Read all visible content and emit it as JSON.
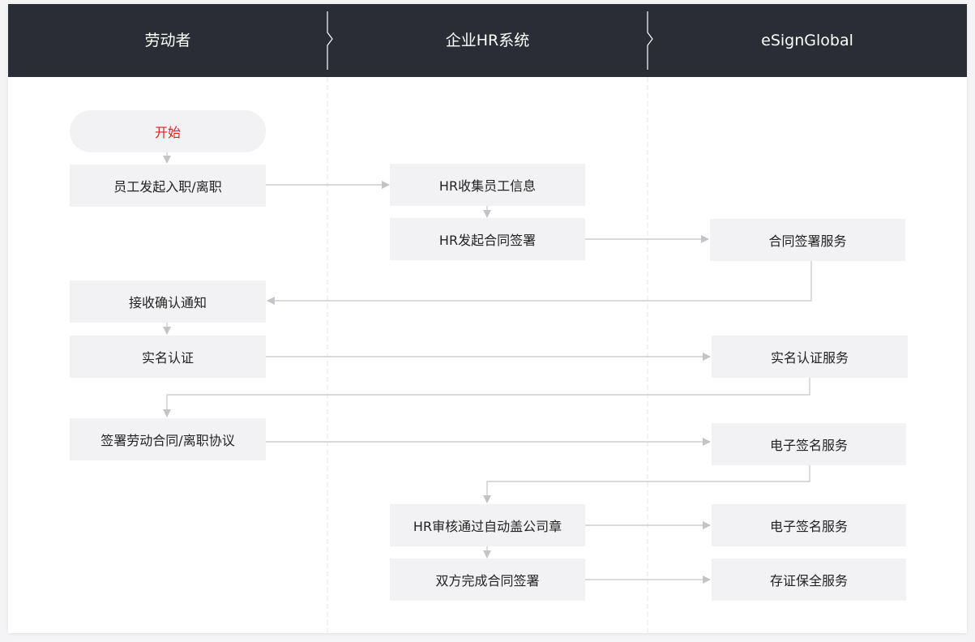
{
  "lanes": {
    "worker": "劳动者",
    "hr": "企业HR系统",
    "esign": "eSignGlobal"
  },
  "nodes": {
    "start": "开始",
    "employee_initiate": "员工发起入职/离职",
    "hr_collect": "HR收集员工信息",
    "hr_initiate_sign": "HR发起合同签署",
    "contract_sign_service": "合同签署服务",
    "receive_notice": "接收确认通知",
    "real_name_auth": "实名认证",
    "real_name_service": "实名认证服务",
    "sign_contract": "签署劳动合同/离职协议",
    "esign_service_1": "电子签名服务",
    "hr_review_seal": "HR审核通过自动盖公司章",
    "esign_service_2": "电子签名服务",
    "both_complete": "双方完成合同签署",
    "evidence_service": "存证保全服务"
  },
  "colors": {
    "header_bg": "#2b2d36",
    "box_bg": "#f2f2f4",
    "start_text": "#e02020",
    "arrow": "#c4c4c8"
  }
}
